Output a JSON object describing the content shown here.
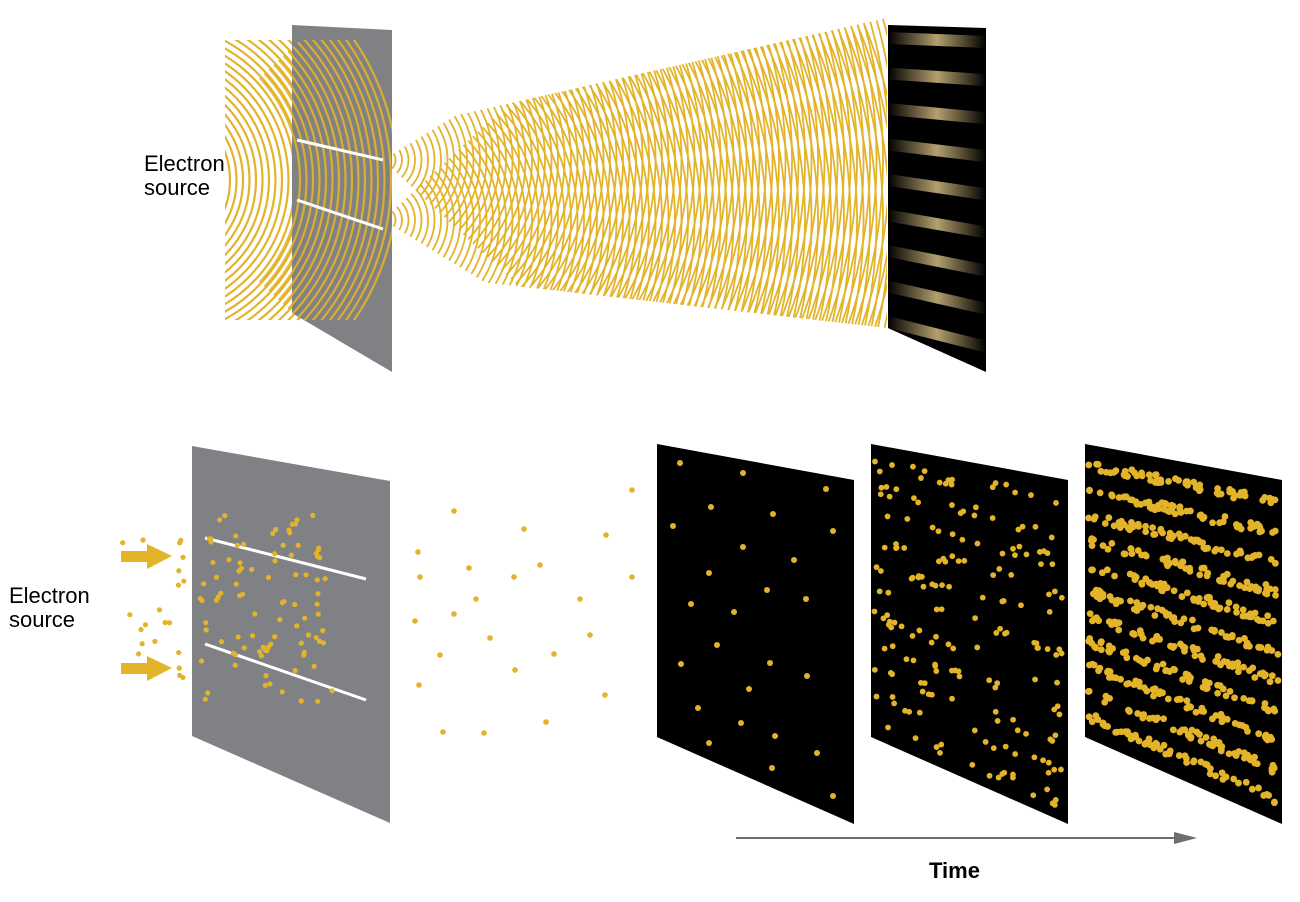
{
  "top_panel": {
    "source_label_line1": "Electron",
    "source_label_line2": "source"
  },
  "bottom_panel": {
    "source_label_line1": "Electron",
    "source_label_line2": "source",
    "time_label": "Time"
  },
  "colors": {
    "wave": "#e3b32a",
    "electron": "#e3b32a",
    "barrier": "#808184",
    "slit": "#ffffff",
    "screen": "#000000",
    "fringe": "#b29a63",
    "arrow": "#6d6e70"
  }
}
